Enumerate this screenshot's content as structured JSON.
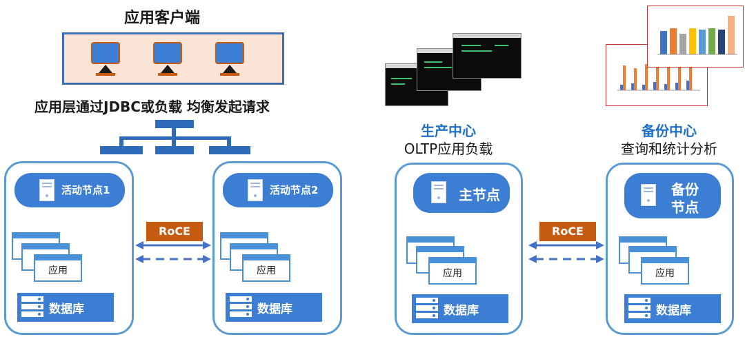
{
  "client": {
    "title": "应用客户端",
    "monitor_count": 3
  },
  "request_text": "应用层通过JDBC或负载 均衡发起请求",
  "left_nodes": [
    {
      "label": "活动节点1",
      "app_label": "应用",
      "db_label": "数据库"
    },
    {
      "label": "活动节点2",
      "app_label": "应用",
      "db_label": "数据库"
    }
  ],
  "production": {
    "title": "生产中心",
    "subtitle": "OLTP应用负载",
    "node_label": "主节点",
    "app_label": "应用",
    "db_label": "数据库"
  },
  "backup": {
    "title": "备份中心",
    "subtitle": "查询和统计分析",
    "node_label": "备份\n节点",
    "node_label_line1": "备份",
    "node_label_line2": "节点",
    "app_label": "应用",
    "db_label": "数据库"
  },
  "links": [
    {
      "label": "RoCE"
    },
    {
      "label": "RoCE"
    }
  ],
  "colors": {
    "accent_blue": "#3c7ed4",
    "border_blue": "#5b9bd5",
    "roce_orange": "#c55a11",
    "client_bg": "#fbe3d6",
    "title_blue": "#1f6fc5"
  }
}
